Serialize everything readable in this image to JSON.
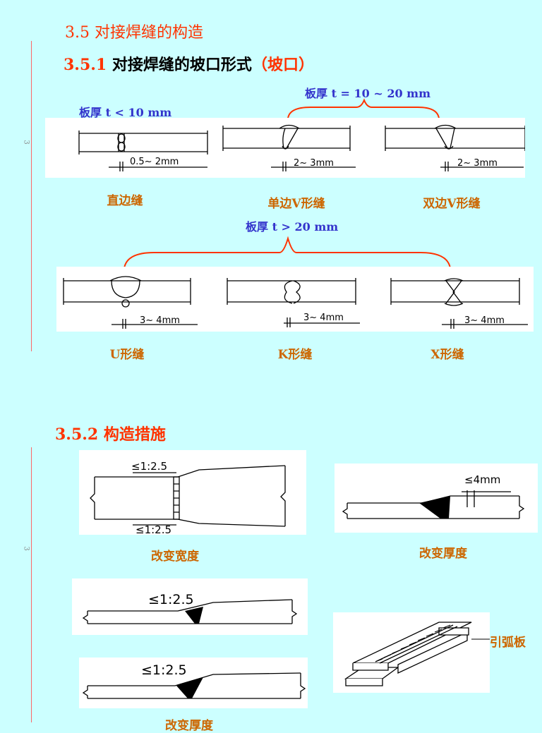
{
  "section": {
    "number": "3.5",
    "title": "对接焊缝的构造"
  },
  "subsection1": {
    "number": "3.5.1",
    "title_plain": "对接焊缝的坡口形式",
    "title_red": "（坡口）"
  },
  "subsection2": {
    "number": "3.5.2",
    "title": "构造措施"
  },
  "page_marks": [
    "3",
    "3"
  ],
  "thickness": {
    "thin": "板厚 t < 10 mm",
    "medium": "板厚 t = 10 ~ 20 mm",
    "thick": "板厚 t > 20 mm"
  },
  "groove_types": {
    "i": "直边缝",
    "single_v": "单边V形缝",
    "v": "双边V形缝",
    "u": "U形缝",
    "k": "K形缝",
    "x": "X形缝"
  },
  "dimensions": {
    "gap_thin": "0.5~ 2mm",
    "gap_med_1": "2~ 3mm",
    "gap_med_2": "2~ 3mm",
    "gap_u": "3~ 4mm",
    "gap_k": "3~ 4mm",
    "gap_x": "3~ 4mm",
    "slope_top": "≤1:2.5",
    "slope_bottom": "≤1:2.5",
    "slope_a": "≤1:2.5",
    "slope_b": "≤1:2.5",
    "step": "≤4mm"
  },
  "measures": {
    "width_change": "改变宽度",
    "thickness_change": "改变厚度",
    "run_off_plate": "引弧板",
    "bottom_caption": "改变厚度"
  },
  "colors": {
    "background": "#ccffff",
    "title_red": "#ff3300",
    "caption_orange": "#cc6600",
    "thickness_blue": "#3333cc",
    "brace_red": "#ff3300"
  }
}
